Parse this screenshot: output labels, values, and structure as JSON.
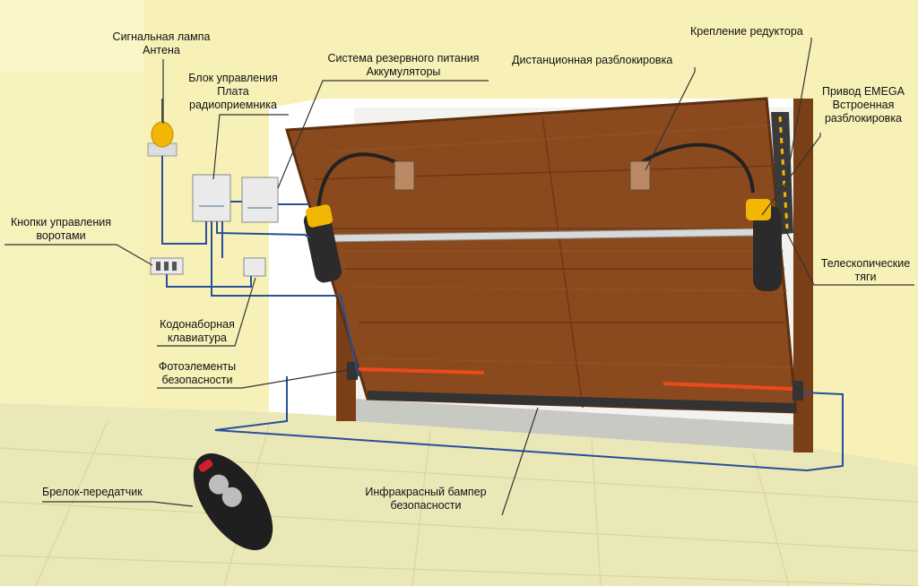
{
  "labels": {
    "signal_lamp": [
      "Сигнальная лампа",
      "Антена"
    ],
    "control_unit": [
      "Блок управления",
      "Плата",
      "радиоприемника"
    ],
    "backup_power": [
      "Система резервного питания",
      "Аккумуляторы"
    ],
    "remote_unlock": "Дистанционная разблокировка",
    "gear_mount": "Крепление редуктора",
    "drive": [
      "Привод EMEGA",
      "Встроенная",
      "разблокировка"
    ],
    "gate_buttons": [
      "Кнопки управления",
      "воротами"
    ],
    "telescopic": [
      "Телескопические",
      "тяги"
    ],
    "keypad": [
      "Кодонаборная",
      "клавиатура"
    ],
    "photocells": [
      "Фотоэлементы",
      "безопасности"
    ],
    "keyfob": "Брелок-передатчик",
    "ir_bumper": [
      "Инфракрасный бампер",
      "безопасности"
    ]
  },
  "colors": {
    "wall": "#f7f1b8",
    "floor": "#e9e7b4",
    "door": "#8b4a1e",
    "door_frame": "#7a3f17",
    "wire": "#274f9b",
    "drive_body": "#2b2b2b",
    "drive_accent": "#f2b705",
    "beam": "#ff4a1a"
  },
  "icons": [
    "signal-lamp-icon",
    "control-box-icon",
    "battery-box-icon",
    "button-panel-icon",
    "keypad-icon",
    "drive-unit-icon",
    "keyfob-icon",
    "photocell-icon"
  ]
}
